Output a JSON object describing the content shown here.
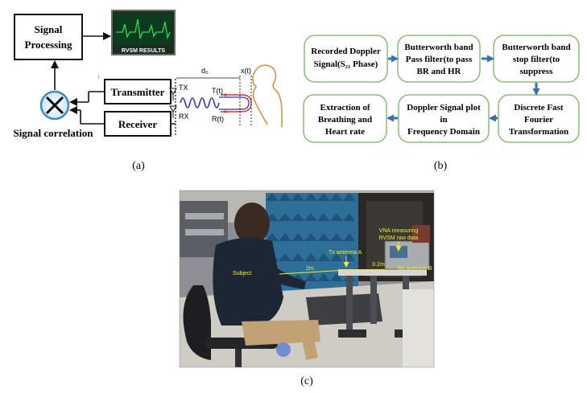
{
  "panel_a": {
    "signal_processing": [
      "Signal",
      "Processing"
    ],
    "monitor_text": "RVSM RESULTS",
    "transmitter": "Transmitter",
    "receiver": "Receiver",
    "signal_correlation": "Signal correlation",
    "tx": "TX",
    "rx": "RX",
    "t_of_t": "T(t)",
    "r_of_t": "R(t)",
    "d0": "d₀",
    "x_of_t": "x(t)",
    "caption": "(a)"
  },
  "panel_b": {
    "boxes": [
      {
        "lines": [
          "Recorded Doppler",
          "Signal(S₂₁ Phase)"
        ]
      },
      {
        "lines": [
          "Butterworth band",
          "Pass filter(to pass",
          "BR and HR"
        ]
      },
      {
        "lines": [
          "Butterworth band",
          "stop filter(to",
          "suppress"
        ]
      },
      {
        "lines": [
          "Discrete Fast",
          "Fourier",
          "Transformation"
        ]
      },
      {
        "lines": [
          "Doppler Signal plot",
          "in",
          "Frequency Domain"
        ]
      },
      {
        "lines": [
          "Extraction of",
          "Breathing and",
          "Heart rate"
        ]
      }
    ],
    "caption": "(b)"
  },
  "panel_c": {
    "labels": {
      "vna": [
        "VNA measuring",
        "RVSM raw data"
      ],
      "tx_antenna": "Tx antenna A",
      "rx_antenna": "Rx antenna B",
      "subject": "Subject",
      "distance_2m": "2m",
      "distance_02m": "0.2m"
    },
    "caption": "(c)"
  },
  "colors": {
    "box_border": "#77b55c",
    "flow_arrow": "#3a6fb0",
    "label_yellow": "#f3ee2a",
    "wave_blue": "#2b35c6",
    "wave_red": "#d9322a",
    "monitor_green": "#2fd85a"
  }
}
